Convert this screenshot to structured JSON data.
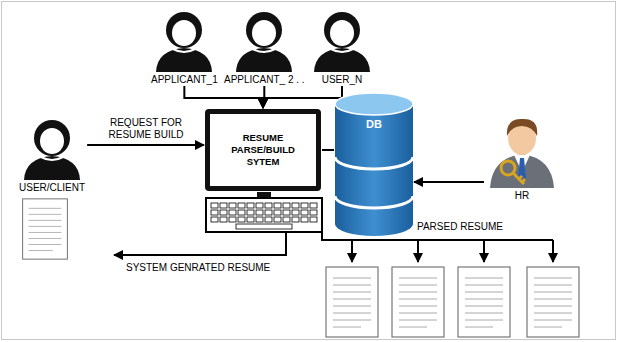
{
  "diagram": {
    "nodes": [
      {
        "text": [
          "APPLICANT_1"
        ]
      },
      {
        "text": [
          "APPLICANT_ 2 . ."
        ]
      },
      {
        "text": [
          "USER_N"
        ]
      },
      {
        "text": [
          "USER/CLIENT"
        ]
      },
      {
        "text": [
          "RESUME PARSE/BUILD SYTEM"
        ]
      },
      {
        "text": [
          "DB"
        ]
      },
      {
        "text": [
          "HR"
        ]
      }
    ],
    "edges": [
      {
        "from": 0,
        "to": 4,
        "arrow": "to"
      },
      {
        "from": 1,
        "to": 4,
        "arrow": "to"
      },
      {
        "from": 2,
        "to": 4,
        "arrow": "to"
      },
      {
        "from": 3,
        "to": 4,
        "label": "REQUEST FOR RESUME BUILD",
        "arrow": "to"
      },
      {
        "from": 4,
        "to": 5,
        "arrow": "none"
      },
      {
        "from": 6,
        "to": 5,
        "arrow": "to"
      }
    ],
    "labels": [
      "SYSTEM GENRATED RESUME",
      "PARSED RESUME"
    ]
  }
}
